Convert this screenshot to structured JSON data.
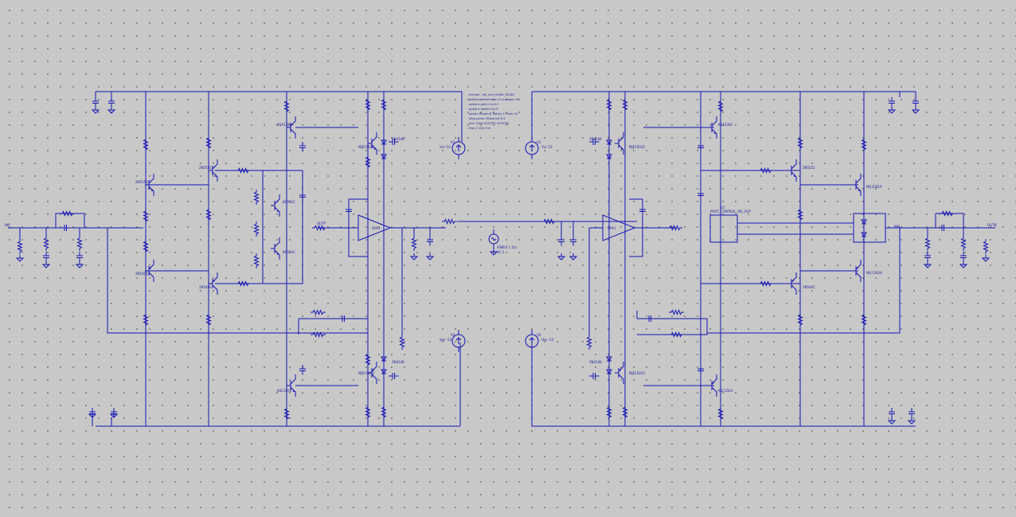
{
  "directives": {
    "lines": [
      ".include ..\\mj_sym_lib\\ML_MODS",
      ".options plotwinsize=0 numdgt=15",
      ".options gmin=1e-12",
      ".options abstol=1e-9",
      ".param Rload=8 Vamp=1 Freq=1k",
      ".step param Rload list 8 4",
      ".four 1kHz V(OUTP) V(OUTN)",
      ".tran 0 10m 5m"
    ]
  },
  "sources": {
    "v1": {
      "name": "V1",
      "value": "Vcc 53"
    },
    "v2": {
      "name": "V2",
      "value": "Vcc 53"
    },
    "v3": {
      "name": "V3",
      "value": "Vee -53"
    },
    "v4": {
      "name": "V4",
      "value": "Vee -53"
    },
    "vsig": {
      "name": "V5",
      "value": "SINE(0 1 1k)",
      "ac": "AC 1"
    }
  },
  "labels": {
    "in_left": "INP",
    "in_right": "INN",
    "out_left": "OUTP",
    "out_right": "OUTN",
    "prot": "PROT_CONTROL_IPS_OCP",
    "u1": "U1",
    "u2": "U2",
    "opamp": "OPA1"
  },
  "devices": {
    "npn_q1": "2N5551",
    "pnp_q2": "2N5401",
    "vas": "KSC3503",
    "vas_n": "KSA1381",
    "driver": "MJE15032",
    "driver_n": "MJE15033",
    "output": "MJL3281A",
    "output_n": "MJL1302A",
    "diode": "1N4148",
    "bc": "BC550C"
  }
}
